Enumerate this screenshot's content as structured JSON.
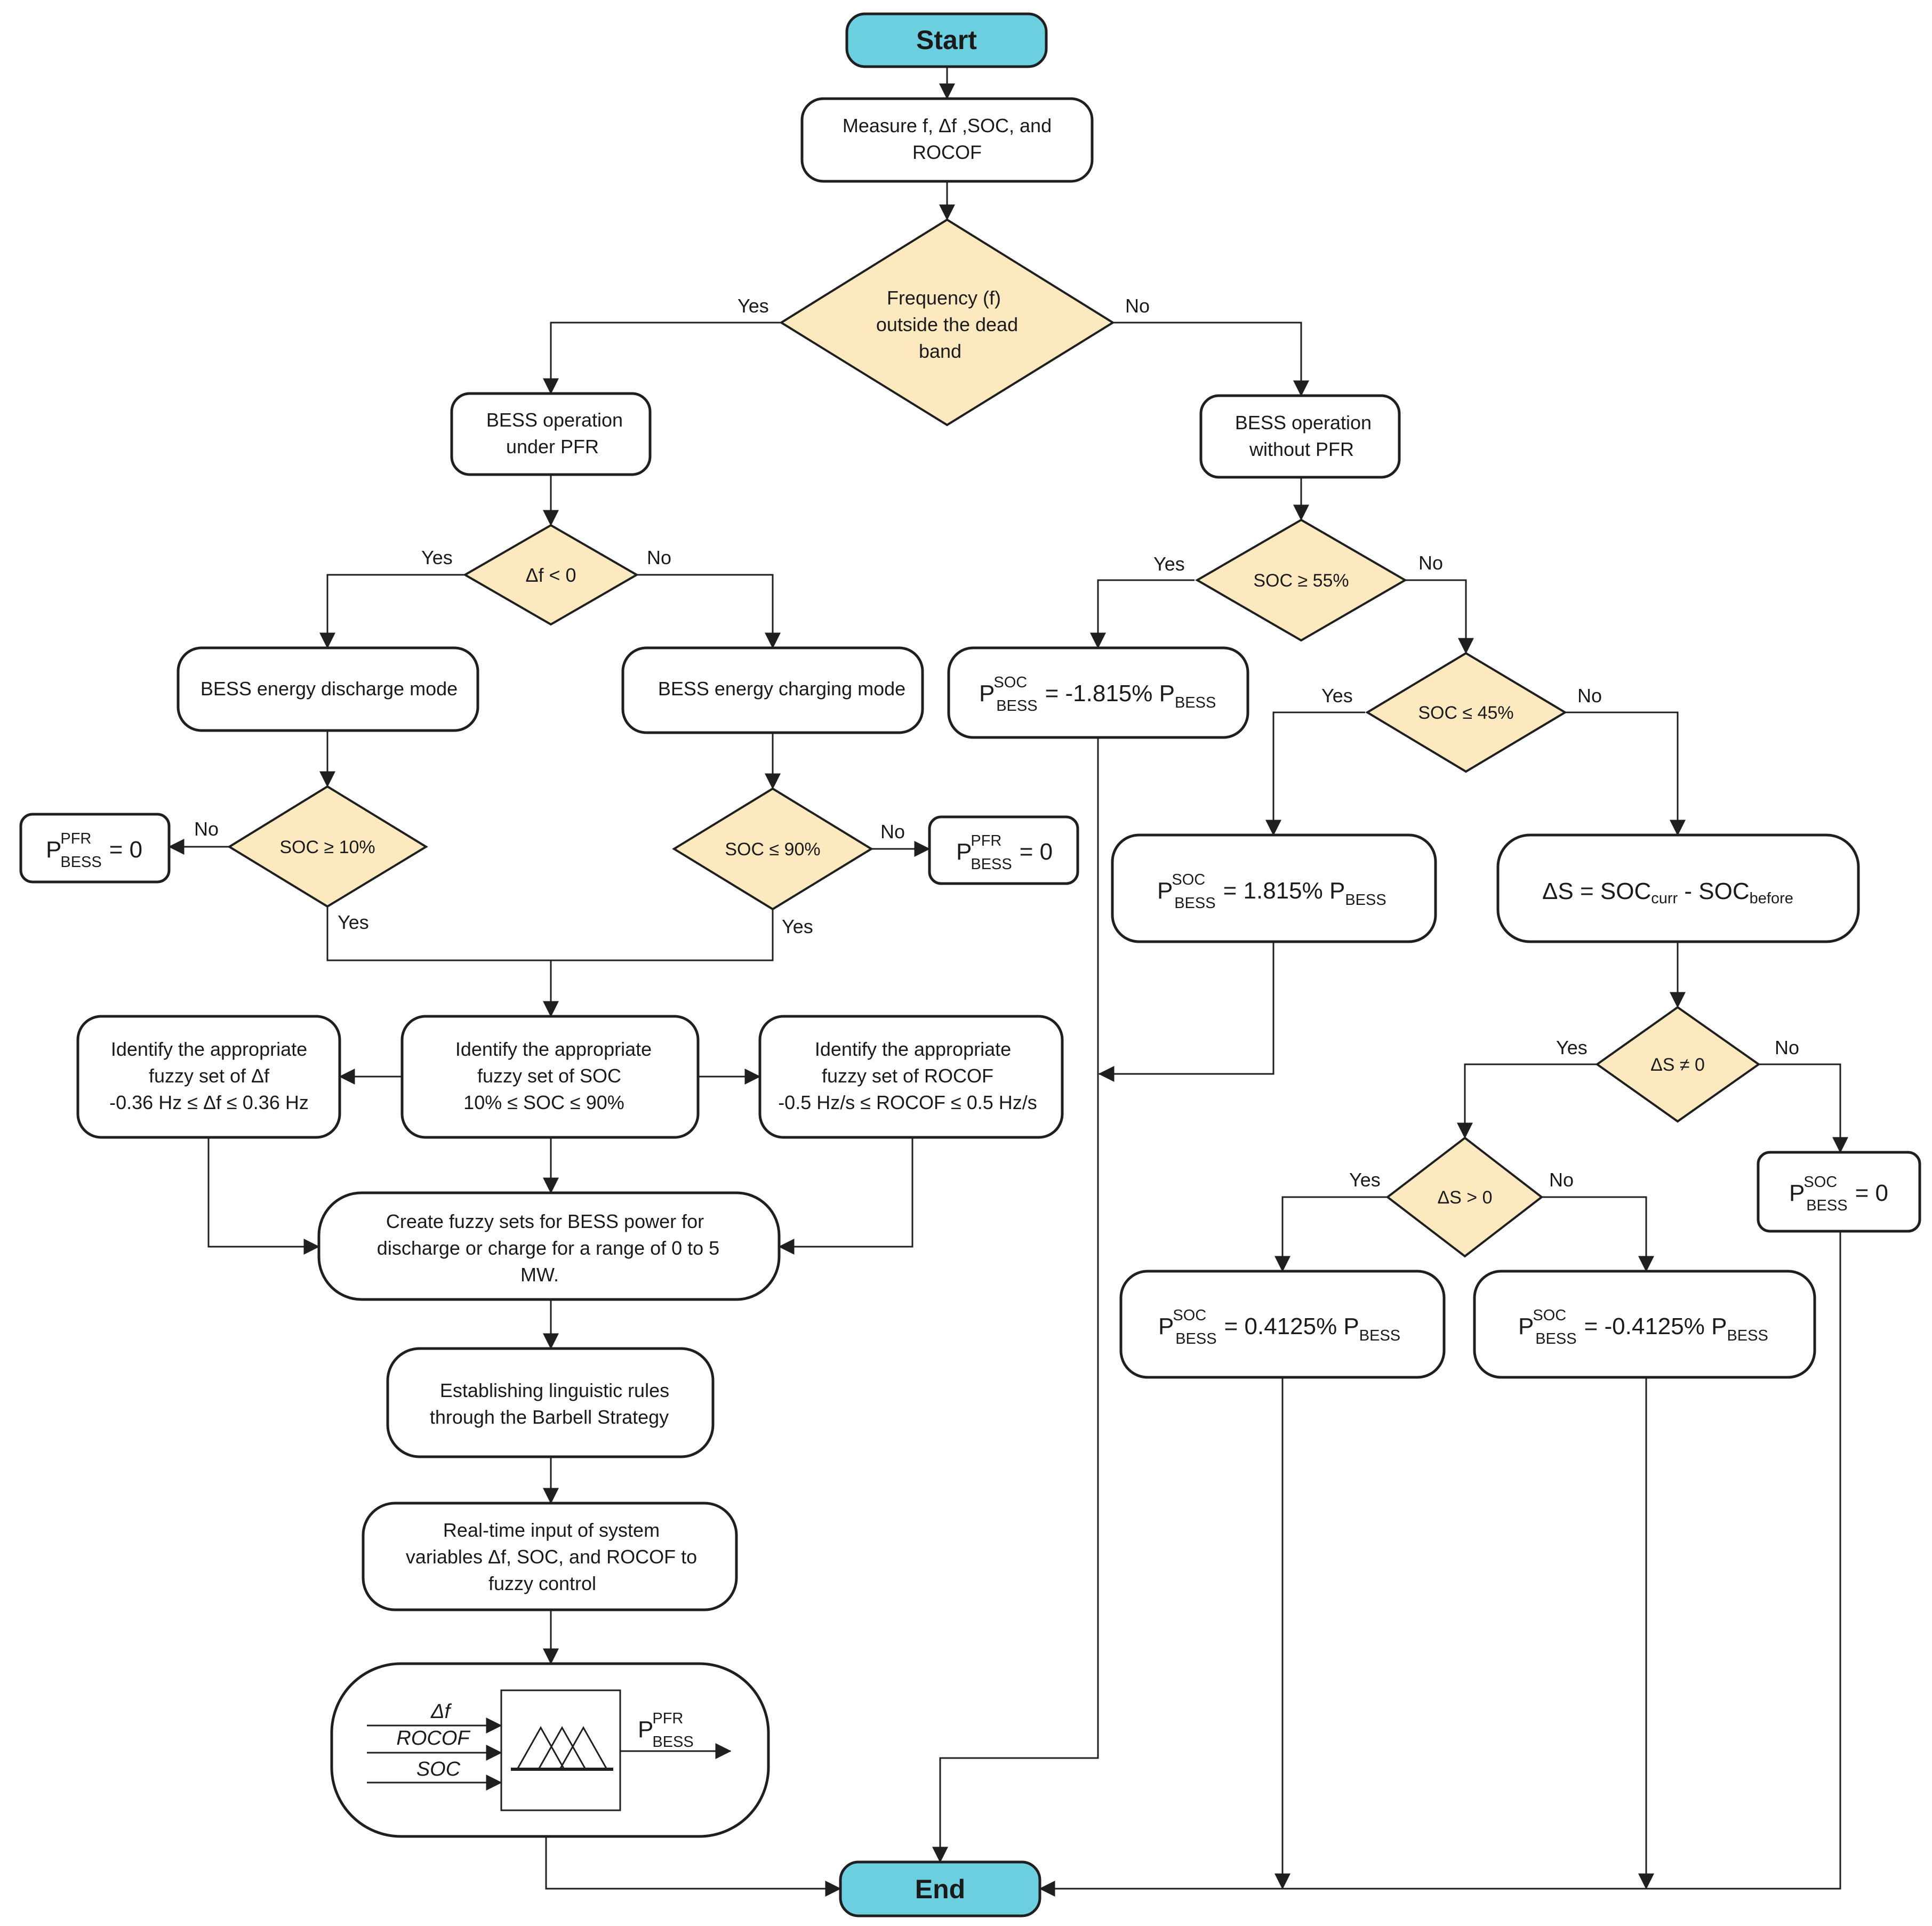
{
  "terminals": {
    "start": "Start",
    "end": "End"
  },
  "measure": {
    "line1": "Measure f, Δf ,SOC, and",
    "line2": "ROCOF"
  },
  "decision_freq": {
    "line1": "Frequency (f)",
    "line2": "outside the dead",
    "line3": "band"
  },
  "bess_pfr": {
    "line1": "BESS operation",
    "line2": "under PFR"
  },
  "bess_no_pfr": {
    "line1": "BESS operation",
    "line2": "without PFR"
  },
  "decision_df": "Δf < 0",
  "discharge_mode": "BESS energy discharge mode",
  "charging_mode": "BESS energy charging mode",
  "decision_soc10": "SOC ≥ 10%",
  "decision_soc90": "SOC ≤ 90%",
  "decision_soc55": "SOC ≥ 55%",
  "decision_soc45": "SOC ≤ 45%",
  "decision_ds_ne": "ΔS ≠ 0",
  "decision_ds_gt": "ΔS > 0",
  "labels": {
    "yes": "Yes",
    "no": "No"
  },
  "power": {
    "symbol": "P",
    "sub": "BESS",
    "sup_pfr": "PFR",
    "sup_soc": "SOC",
    "zero": "= 0",
    "minus_1815": "= -1.815% P",
    "plus_1815": "= 1.815% P",
    "plus_04125": "= 0.4125% P",
    "minus_04125": "= -0.4125% P"
  },
  "delta_s": {
    "lead": "ΔS = SOC",
    "sub1": "curr",
    "mid": " - SOC",
    "sub2": "before"
  },
  "fuzzy_df": {
    "line1": "Identify the appropriate",
    "line2": "fuzzy set of Δf",
    "line3": "-0.36 Hz ≤ Δf ≤ 0.36 Hz"
  },
  "fuzzy_soc": {
    "line1": "Identify the appropriate",
    "line2": "fuzzy set of SOC",
    "line3": "10% ≤ SOC ≤ 90%"
  },
  "fuzzy_rocof": {
    "line1": "Identify the appropriate",
    "line2": "fuzzy set of ROCOF",
    "line3": "-0.5 Hz/s ≤ ROCOF ≤ 0.5 Hz/s"
  },
  "create_sets": {
    "line1": "Create fuzzy sets for BESS power for",
    "line2": "discharge or charge for a range of 0 to 5",
    "line3": "MW."
  },
  "linguistic": {
    "line1": "Establishing linguistic rules",
    "line2": "through the Barbell Strategy"
  },
  "realtime": {
    "line1": "Real-time input of system",
    "line2": "variables Δf, SOC, and ROCOF to",
    "line3": "fuzzy control"
  },
  "fuzzy_block": {
    "in1": "Δf",
    "in2": "ROCOF",
    "in3": "SOC"
  }
}
